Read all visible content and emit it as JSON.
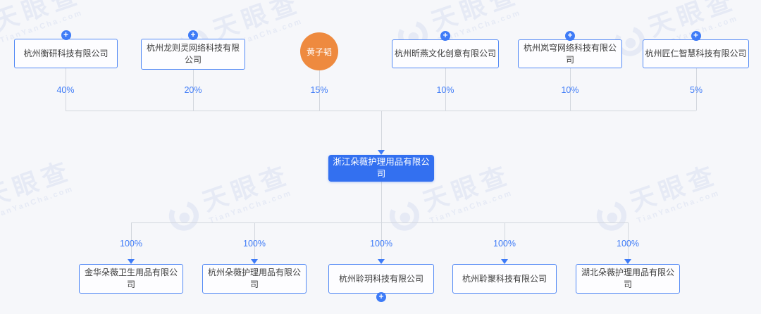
{
  "page": {
    "kind": "equity-structure-diagram",
    "source_brand": "天眼查"
  },
  "watermark": {
    "text": "天眼查",
    "subtext": "TianYanCha.com"
  },
  "colors": {
    "background": "#f6f7fa",
    "accent_blue": "#3e7bf7",
    "box_border_blue": "#5289f5",
    "target_company_fill": "#3370f0",
    "person_orange": "#ee8a3f",
    "connector_gray": "#d3d7de"
  },
  "chart": {
    "expand_icon": "+",
    "target_company": {
      "name": "浙江朵薇护理用品有限公司"
    },
    "shareholders": [
      {
        "name": "杭州衡研科技有限公司",
        "percent": "40%",
        "type": "company"
      },
      {
        "name": "杭州龙则灵网络科技有限公司",
        "percent": "20%",
        "type": "company"
      },
      {
        "name": "黄子韬",
        "percent": "15%",
        "type": "person"
      },
      {
        "name": "杭州昕燕文化创意有限公司",
        "percent": "10%",
        "type": "company"
      },
      {
        "name": "杭州岚穹网络科技有限公司",
        "percent": "10%",
        "type": "company"
      },
      {
        "name": "杭州匠仁智慧科技有限公司",
        "percent": "5%",
        "type": "company"
      }
    ],
    "subsidiaries": [
      {
        "name": "金华朵薇卫生用品有限公司",
        "percent": "100%"
      },
      {
        "name": "杭州朵薇护理用品有限公司",
        "percent": "100%"
      },
      {
        "name": "杭州聆玥科技有限公司",
        "percent": "100%"
      },
      {
        "name": "杭州聆聚科技有限公司",
        "percent": "100%"
      },
      {
        "name": "湖北朵薇护理用品有限公司",
        "percent": "100%"
      }
    ]
  }
}
